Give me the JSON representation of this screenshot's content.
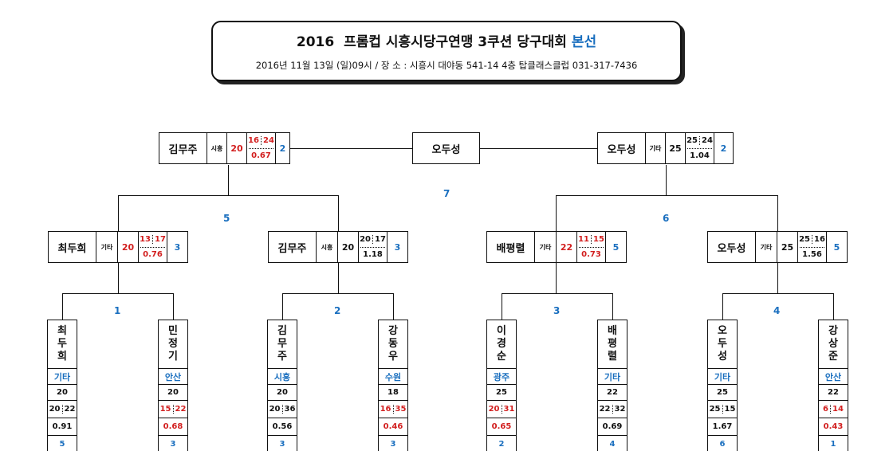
{
  "header": {
    "title_year": "2016",
    "title_main": "프롬컵 시흥시당구연맹 3쿠션 당구대회",
    "title_accent": "본선",
    "subtitle": "2016년 11월 13일 (일)09시 /  장 소 : 시흥시 대야동 541-14 4층 탑클래스클럽  031-317-7436"
  },
  "final": {
    "winner_name": "오두성",
    "match_no": "7",
    "left": {
      "name": "김무주",
      "club": "시흥",
      "score": "20",
      "inn_a": "16",
      "inn_b": "24",
      "avg": "0.67",
      "rank": "2",
      "red": true
    },
    "right": {
      "name": "오두성",
      "club": "기타",
      "score": "25",
      "inn_a": "25",
      "inn_b": "24",
      "avg": "1.04",
      "rank": "2",
      "red": false
    }
  },
  "semis": [
    {
      "match_no": "5",
      "left": {
        "name": "최두희",
        "club": "기타",
        "score": "20",
        "inn_a": "13",
        "inn_b": "17",
        "avg": "0.76",
        "rank": "3",
        "red": true
      },
      "right": {
        "name": "김무주",
        "club": "시흥",
        "score": "20",
        "inn_a": "20",
        "inn_b": "17",
        "avg": "1.18",
        "rank": "3",
        "red": false
      }
    },
    {
      "match_no": "6",
      "left": {
        "name": "배평렬",
        "club": "기타",
        "score": "22",
        "inn_a": "11",
        "inn_b": "15",
        "avg": "0.73",
        "rank": "5",
        "red": true
      },
      "right": {
        "name": "오두성",
        "club": "기타",
        "score": "25",
        "inn_a": "25",
        "inn_b": "16",
        "avg": "1.56",
        "rank": "5",
        "red": false
      }
    }
  ],
  "first_round_numbers": [
    "1",
    "2",
    "3",
    "4"
  ],
  "players": [
    {
      "name": "최\n두\n희",
      "club": "기타",
      "score": "20",
      "inn_a": "20",
      "inn_b": "22",
      "avg": "0.91",
      "rank": "5",
      "red": false
    },
    {
      "name": "민\n정\n기",
      "club": "안산",
      "score": "20",
      "inn_a": "15",
      "inn_b": "22",
      "avg": "0.68",
      "rank": "3",
      "red": true
    },
    {
      "name": "김\n무\n주",
      "club": "시흥",
      "score": "20",
      "inn_a": "20",
      "inn_b": "36",
      "avg": "0.56",
      "rank": "3",
      "red": false
    },
    {
      "name": "강\n동\n우",
      "club": "수원",
      "score": "18",
      "inn_a": "16",
      "inn_b": "35",
      "avg": "0.46",
      "rank": "3",
      "red": true
    },
    {
      "name": "이\n경\n순",
      "club": "광주",
      "score": "25",
      "inn_a": "20",
      "inn_b": "31",
      "avg": "0.65",
      "rank": "2",
      "red": true
    },
    {
      "name": "배\n평\n렬",
      "club": "기타",
      "score": "22",
      "inn_a": "22",
      "inn_b": "32",
      "avg": "0.69",
      "rank": "4",
      "red": false
    },
    {
      "name": "오\n두\n성",
      "club": "기타",
      "score": "25",
      "inn_a": "25",
      "inn_b": "15",
      "avg": "1.67",
      "rank": "6",
      "red": false
    },
    {
      "name": "강\n상\n준",
      "club": "안산",
      "score": "22",
      "inn_a": "6",
      "inn_b": "14",
      "avg": "0.43",
      "rank": "1",
      "red": true
    }
  ],
  "colors": {
    "accent": "#1a6fbf",
    "loser": "#d21f1f",
    "line": "#111111"
  }
}
